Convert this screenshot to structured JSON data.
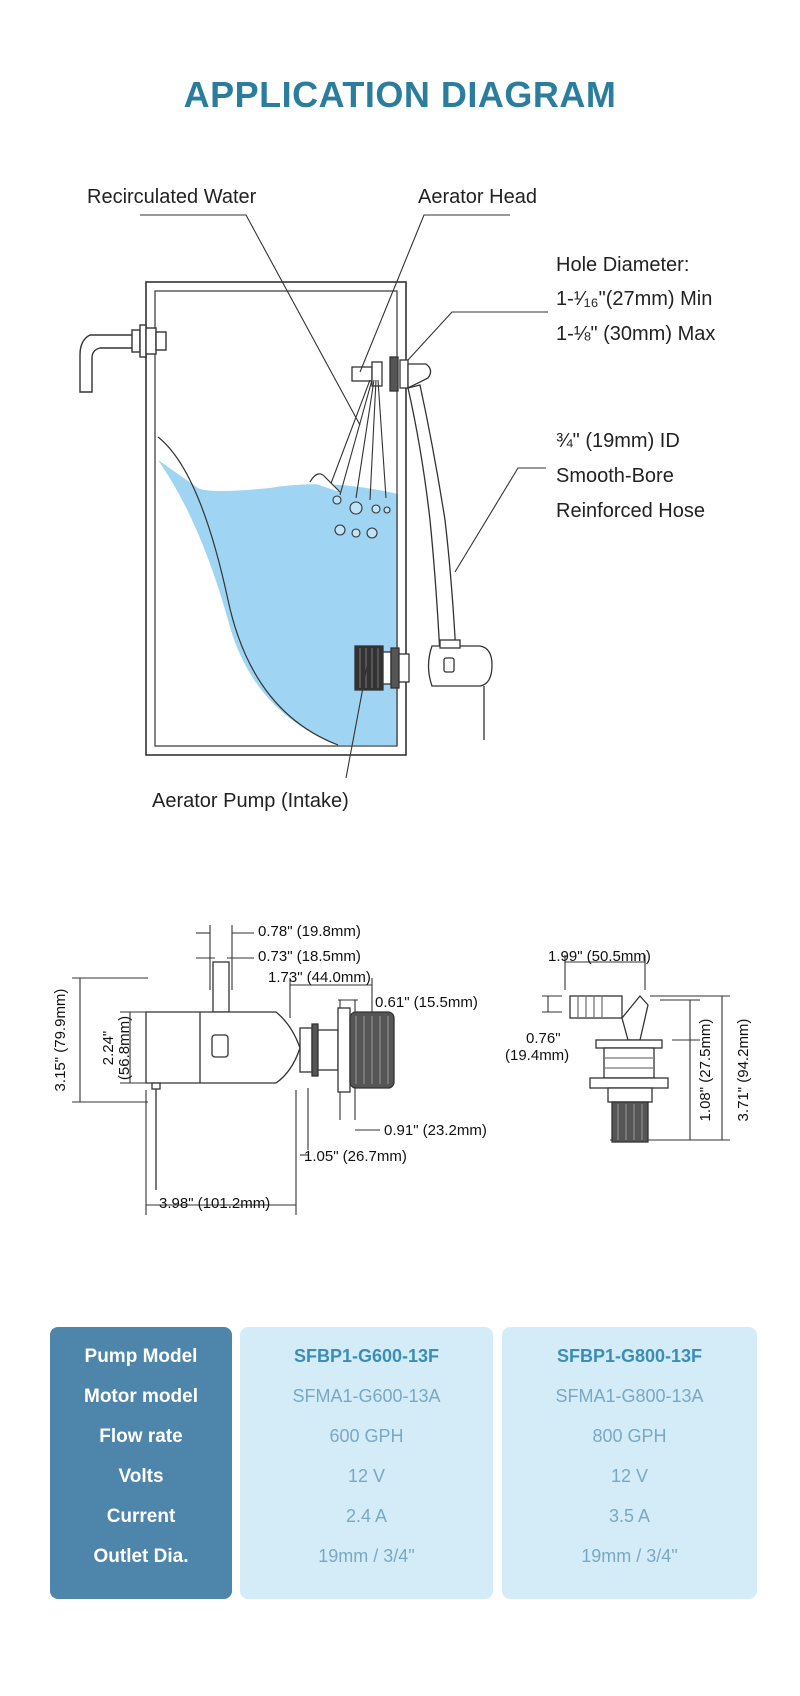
{
  "title": "APPLICATION DIAGRAM",
  "callouts": {
    "recirculated_water": "Recirculated Water",
    "aerator_head": "Aerator Head",
    "hole_diameter_title": "Hole Diameter:",
    "hole_diameter_min": "1-¹⁄₁₆\"(27mm) Min",
    "hole_diameter_max": "1-⅛\" (30mm) Max",
    "hose_line1": "¾\" (19mm) ID",
    "hose_line2": "Smooth-Bore",
    "hose_line3": "Reinforced Hose",
    "aerator_pump": "Aerator Pump (Intake)"
  },
  "dimensions": {
    "d1": "0.78\" (19.8mm)",
    "d2": "0.73\" (18.5mm)",
    "d3": "1.73\" (44.0mm)",
    "d4": "0.61\" (15.5mm)",
    "d5": "0.91\" (23.2mm)",
    "d6": "1.05\" (26.7mm)",
    "d7": "3.98\" (101.2mm)",
    "d8": "3.15\" (79.9mm)",
    "d9a": "2.24\"",
    "d9b": "(56.8mm)",
    "d10": "1.99\" (50.5mm)",
    "d11a": "0.76\"",
    "d11b": "(19.4mm)",
    "d12": "1.08\" (27.5mm)",
    "d13": "3.71\" (94.2mm)"
  },
  "spec_table": {
    "headers": [
      "Pump Model",
      "Motor model",
      "Flow rate",
      "Volts",
      "Current",
      "Outlet Dia."
    ],
    "columns": [
      [
        "SFBP1-G600-13F",
        "SFMA1-G600-13A",
        "600 GPH",
        "12 V",
        "2.4 A",
        "19mm / 3/4\""
      ],
      [
        "SFBP1-G800-13F",
        "SFMA1-G800-13A",
        "800 GPH",
        "12 V",
        "3.5 A",
        "19mm / 3/4\""
      ]
    ]
  },
  "colors": {
    "title": "#2a7d9c",
    "water": "#9fd5f2",
    "header_col": "#4e85aa",
    "data_col": "#d3ecf8"
  }
}
